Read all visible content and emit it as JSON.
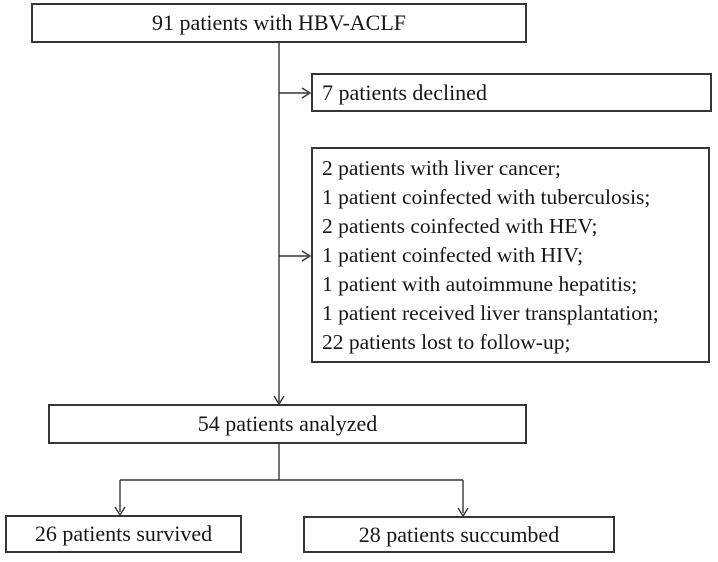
{
  "figure": {
    "background_color": "#ffffff",
    "line_color": "#363636",
    "text_color": "#161616"
  },
  "nodes": {
    "enrolled": {
      "label": "91 patients with HBV-ACLF"
    },
    "declined": {
      "label": "7 patients declined"
    },
    "excluded": {
      "lines": [
        "2 patients with liver cancer;",
        "1 patient coinfected with tuberculosis;",
        "2 patients coinfected with HEV;",
        "1 patient coinfected with HIV;",
        "1 patient with autoimmune hepatitis;",
        "1 patient received liver transplantation;",
        "22 patients lost to follow-up;"
      ]
    },
    "analyzed": {
      "label": "54 patients analyzed"
    },
    "survived": {
      "label": "26 patients survived"
    },
    "succumbed": {
      "label": "28 patients succumbed"
    }
  }
}
